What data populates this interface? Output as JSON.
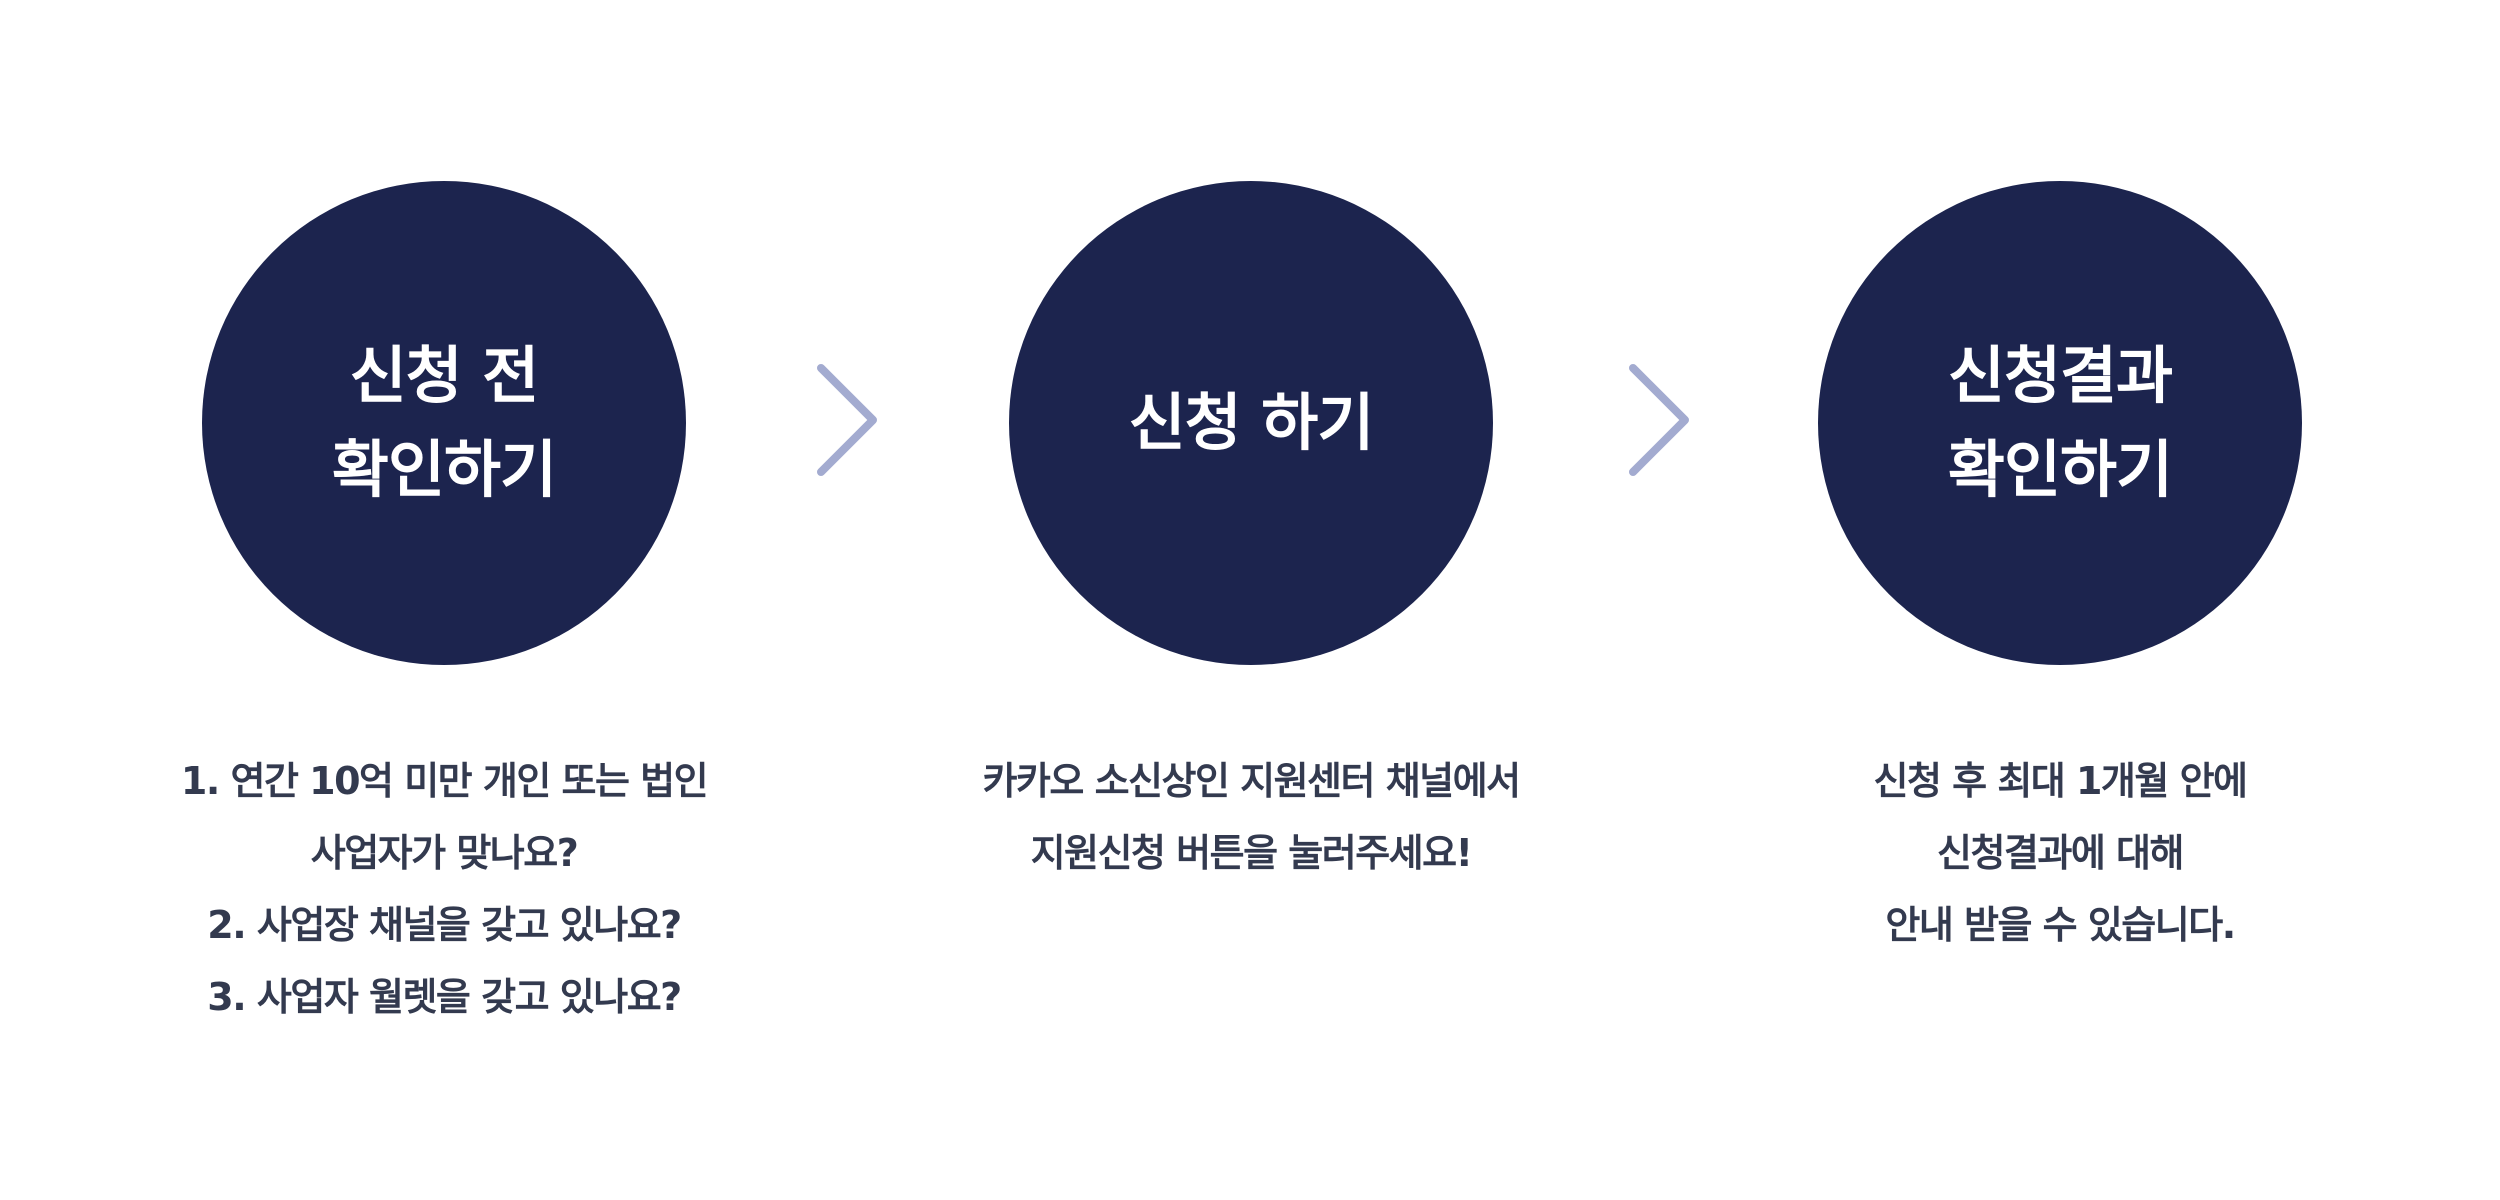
{
  "colors": {
    "circle_bg": "#1c244e",
    "circle_text": "#ffffff",
    "body_text": "#333a4f",
    "arrow": "#a3abd0",
    "background": "#ffffff"
  },
  "steps": [
    {
      "title_lines": [
        "신청 전",
        "확인하기"
      ],
      "description_lines": [
        "1. 연간 10억 미만 개인 또는 법인",
        "사업자가 맞나요?",
        "2. 사업장 채널을 갖고 있나요?",
        "3. 사업자 월렛을 갖고 있나요?"
      ]
    },
    {
      "title_lines": [
        "신청 하기"
      ],
      "description_lines": [
        "카카오 소신상인 지원센터 채널에서",
        "지원신청 버튼을 눌러주세요!"
      ]
    },
    {
      "title_lines": [
        "신청결과",
        "확인하기"
      ],
      "description_lines": [
        "신청 후 최대 1개월 안에",
        "신청결과에 대해",
        "안내 받을 수 있습니다."
      ]
    }
  ],
  "connectors": [
    {
      "icon": "chevron-right-icon"
    },
    {
      "icon": "chevron-right-icon"
    }
  ]
}
